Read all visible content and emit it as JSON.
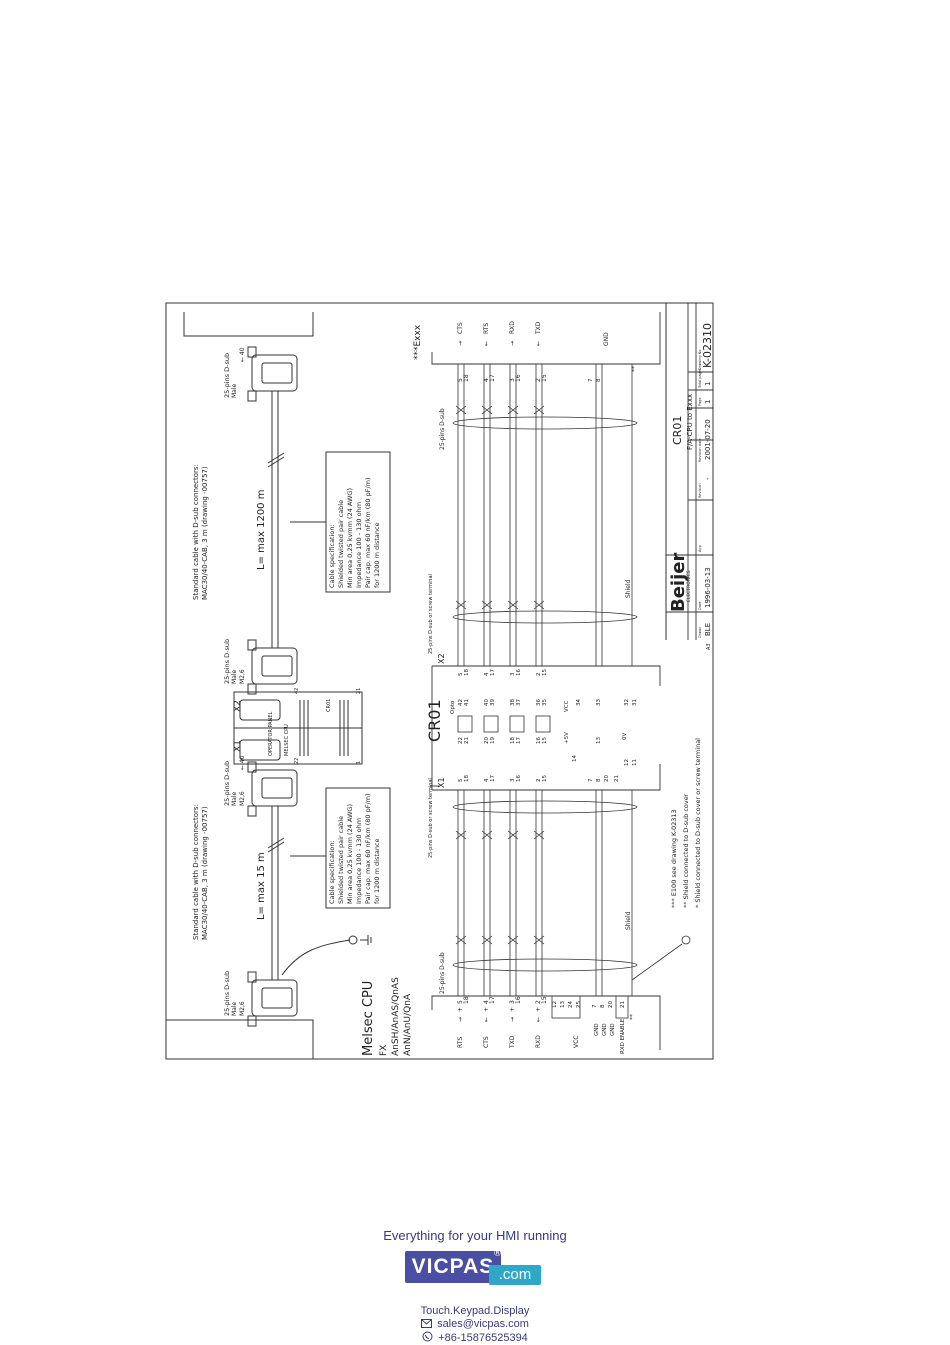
{
  "drawing": {
    "title": "CR01",
    "subtitle": "F/A-CPU to Exxx",
    "drawing_no": "K-02310",
    "company": "Beijer",
    "company_sub": "ELECTRONICS",
    "drawn_label": "Drawn",
    "drawn": "BLE",
    "date_label": "Date",
    "date": "1996-03-13",
    "app_label": "App",
    "revision_label": "Revision",
    "revision": "-",
    "rev_date_label": "Revision date",
    "rev_date": "2001-07-20",
    "page_label": "Page",
    "page": "1",
    "total_label": "Total pages",
    "total": "1",
    "drawing_no_label": "Drawing No",
    "format": "A3"
  },
  "left_device": {
    "name": "Melsec CPU",
    "models": [
      "FX",
      "AnSH/AnAS/QnAS",
      "AnN/AnU/QnA"
    ]
  },
  "connectors": {
    "dsub_25_male": "25-pins D-sub",
    "male": "Male",
    "m26": "M2,6",
    "arrow40": "← 40",
    "dsub_or_screw": "25-pins D-sub or screw terminal",
    "dsub": "25-pins D-sub",
    "x1": "X1",
    "x2": "X2",
    "exxx": "***Exxx"
  },
  "cables": {
    "cable1_note": [
      "Standard cable with D-sub connectors:",
      "MAC30/40-CAB, 3 m  (drawing -00757)"
    ],
    "cable1_len": "L= max 15 m",
    "cable2_note": [
      "Standard cable with D-sub connectors:",
      "MAC30/40-CAB, 3 m  (drawing -00757)"
    ],
    "cable2_len": "L= max 1200 m",
    "spec": [
      "Cable specification:",
      "Shielded twisted pair cable",
      "Min area 0,25 kvmm (24 AWG)",
      "Impedance 100 - 130 ohm",
      "Pair cap. max 60 nF/km (80 pF/m)",
      "for 1200 m distance"
    ]
  },
  "panel": {
    "title": "OPERATOR PANEL",
    "sub1": "MELSEC CPU",
    "sub2": "CR01",
    "n42": "42",
    "n22": "22",
    "n21": "21",
    "n1": "1"
  },
  "signals_left": [
    {
      "name": "RTS",
      "dir": "→",
      "plus": "+",
      "minus": "-",
      "p1": "5",
      "p2": "18"
    },
    {
      "name": "CTS",
      "dir": "←",
      "plus": "+",
      "minus": "-",
      "p1": "4",
      "p2": "17"
    },
    {
      "name": "TXD",
      "dir": "→",
      "plus": "+",
      "minus": "-",
      "p1": "3",
      "p2": "16"
    },
    {
      "name": "RXD",
      "dir": "←",
      "plus": "+",
      "minus": "-",
      "p1": "2",
      "p2": "15"
    }
  ],
  "signals_right": [
    {
      "name": "CTS",
      "dir": "→",
      "p1": "5",
      "p2": "18"
    },
    {
      "name": "RTS",
      "dir": "←",
      "p1": "4",
      "p2": "17"
    },
    {
      "name": "RXD",
      "dir": "→",
      "p1": "3",
      "p2": "16"
    },
    {
      "name": "TXD",
      "dir": "←",
      "p1": "2",
      "p2": "15"
    }
  ],
  "cr01_pins": {
    "x1_top": [
      "5",
      "4",
      "3",
      "2"
    ],
    "x1_bot": [
      "18",
      "17",
      "16",
      "15"
    ],
    "opto": [
      "22",
      "21",
      "20",
      "19",
      "18",
      "17",
      "16",
      "15"
    ],
    "opto_r": [
      "42",
      "41",
      "40",
      "39",
      "38",
      "37",
      "36",
      "35"
    ],
    "opto_label": "Opto",
    "x2_top": [
      "5",
      "4",
      "3",
      "2"
    ],
    "x2_bot": [
      "18",
      "17",
      "16",
      "15"
    ],
    "p5v": "+5V",
    "vcc": "VCC",
    "ov": "0V",
    "n13": "13",
    "n14": "14",
    "n12": "12",
    "n11": "11",
    "n33": "33",
    "n34": "34",
    "n32": "32",
    "n31": "31",
    "n7": "7",
    "n8": "8",
    "n20": "20",
    "n21": "21"
  },
  "misc_left": {
    "vcc": "VCC",
    "gnd": "GND",
    "rxd_enable": "RXD ENABLE",
    "pins_vcc": [
      "12",
      "13",
      "24",
      "25"
    ],
    "pins_gnd": [
      "7",
      "8",
      "20"
    ],
    "pin_21": "21",
    "star2": "**",
    "shield": "Shield"
  },
  "misc_right": {
    "gnd": "GND",
    "p7": "7",
    "p8": "8",
    "star2": "**",
    "shield": "Shield"
  },
  "notes": [
    "*** E100 see drawing K-02313",
    "** Shield connected to D-sub cover",
    "* Shield connected to D-sub cover or screw terminal"
  ],
  "footer": {
    "tagline": "Everything for your HMI running",
    "brand": "VICPAS",
    "reg": "®",
    "domain": ".com",
    "sub": "Touch.Keypad.Display",
    "email": "sales@vicpas.com",
    "phone": "+86-15876525394"
  }
}
